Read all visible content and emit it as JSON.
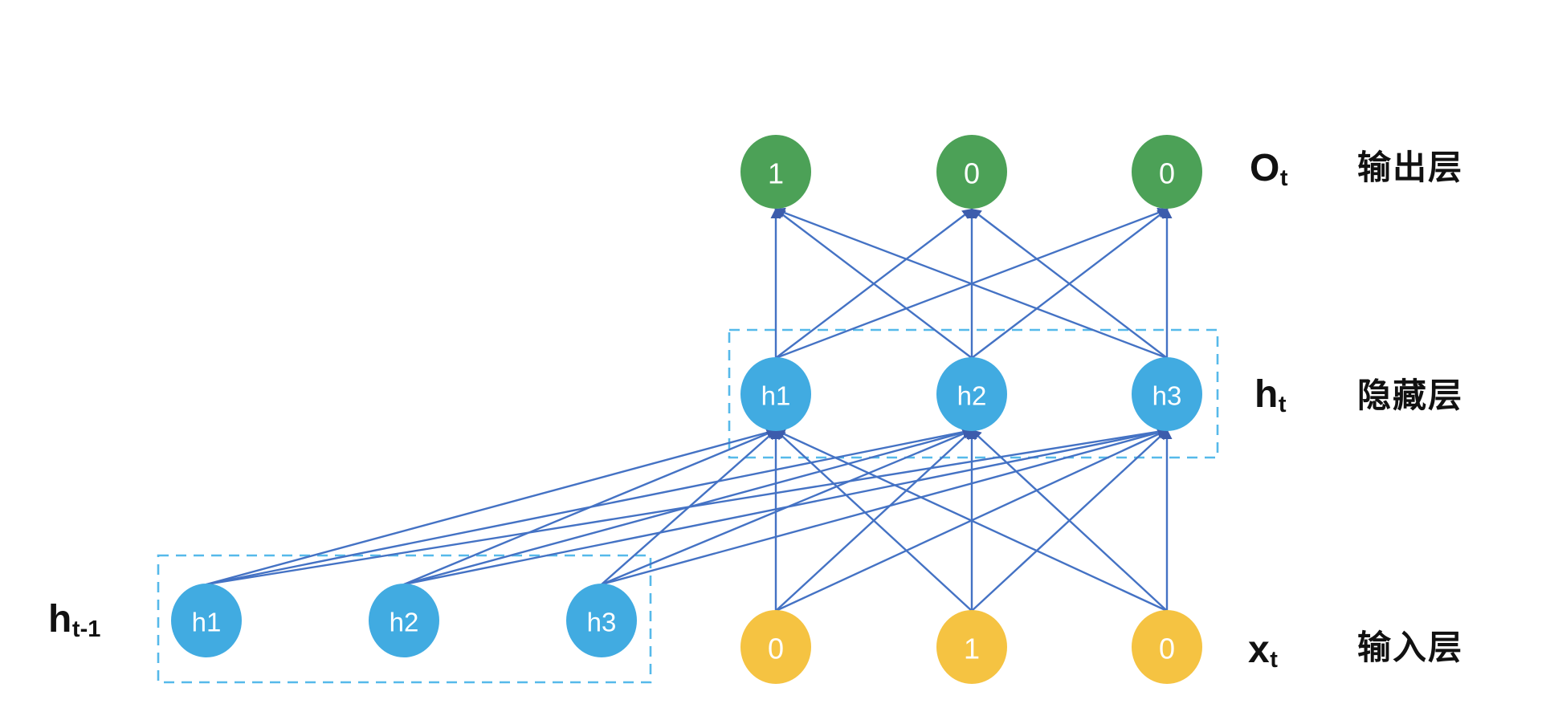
{
  "diagram": {
    "title": "rnn-unrolled-network",
    "colors": {
      "output_node": "#4ca157",
      "hidden_node": "#41abe1",
      "input_node": "#f5c342",
      "edge": "#4472c4",
      "arrowhead": "#3c5cac",
      "dashed_box": "#56b9ea",
      "node_text": "#ffffff",
      "label_text": "#111111",
      "background": "#ffffff"
    },
    "nodes": {
      "output": [
        "1",
        "0",
        "0"
      ],
      "hidden": [
        "h1",
        "h2",
        "h3"
      ],
      "prev_hidden": [
        "h1",
        "h2",
        "h3"
      ],
      "input": [
        "0",
        "1",
        "0"
      ]
    },
    "labels": {
      "output": {
        "symbol": "O",
        "sub": "t",
        "cjk": "输出层"
      },
      "hidden": {
        "symbol": "h",
        "sub": "t",
        "cjk": "隐藏层"
      },
      "input": {
        "symbol": "x",
        "sub": "t",
        "cjk": "输入层"
      },
      "prev_hidden": {
        "symbol": "h",
        "sub": "t-1"
      }
    }
  }
}
